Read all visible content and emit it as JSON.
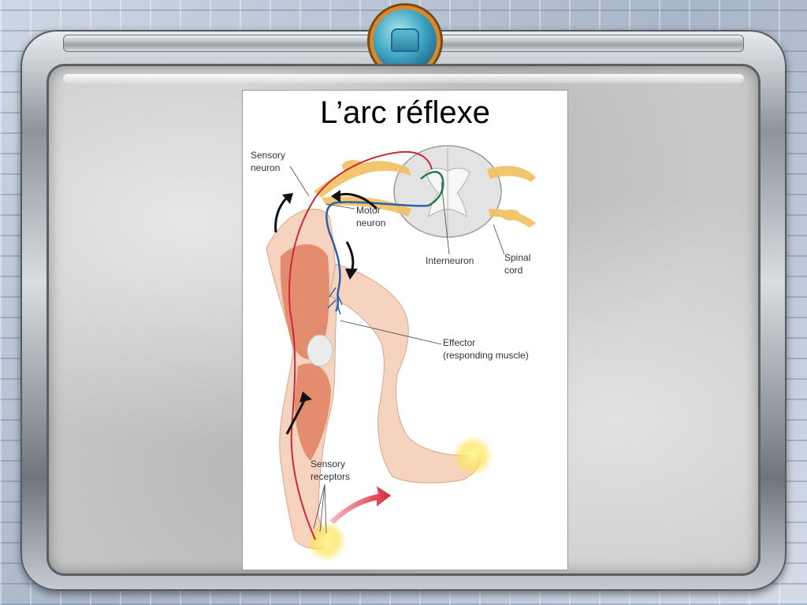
{
  "slide": {
    "title": "L’arc réflexe"
  },
  "diagram": {
    "labels": {
      "sensory_neuron_1": "Sensory",
      "sensory_neuron_2": "neuron",
      "motor_neuron_1": "Motor",
      "motor_neuron_2": "neuron",
      "interneuron": "Interneuron",
      "spinal_cord_1": "Spinal",
      "spinal_cord_2": "cord",
      "effector_1": "Effector",
      "effector_2": "(responding muscle)",
      "sensory_receptors_1": "Sensory",
      "sensory_receptors_2": "receptors"
    }
  },
  "colors": {
    "sensory_neuron": "#c8283c",
    "motor_neuron": "#2f5fa8",
    "interneuron": "#2b7a4a",
    "skin": "#f6d3bf",
    "muscle": "#e07a5a",
    "nerve_root": "#f0c060",
    "badge_rim": "#d58a32"
  }
}
